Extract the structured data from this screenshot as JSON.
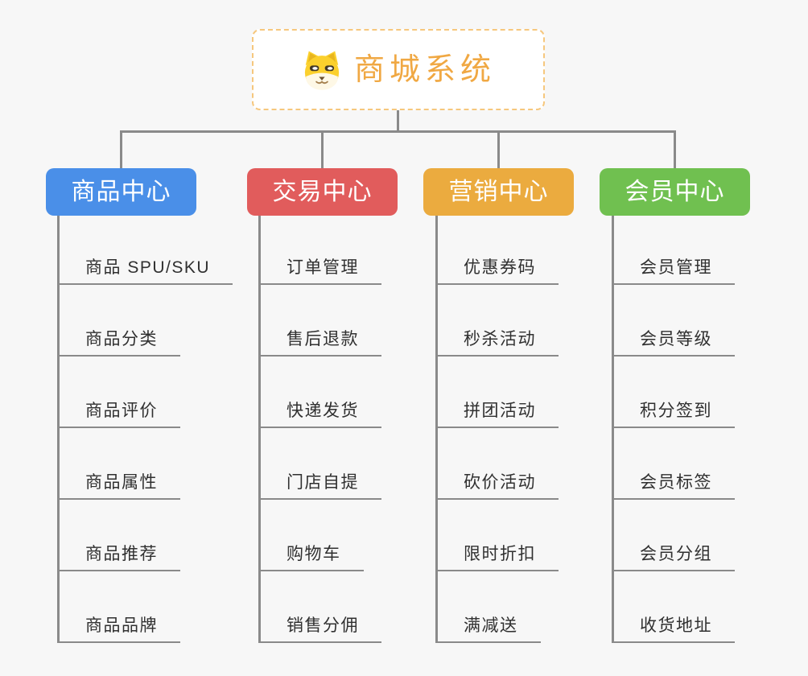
{
  "root": {
    "title": "商城系统",
    "icon": "shiba-dog-icon"
  },
  "branches": [
    {
      "label": "商品中心",
      "color": "#4a8fe8",
      "items": [
        "商品 SPU/SKU",
        "商品分类",
        "商品评价",
        "商品属性",
        "商品推荐",
        "商品品牌"
      ]
    },
    {
      "label": "交易中心",
      "color": "#e15c5c",
      "items": [
        "订单管理",
        "售后退款",
        "快递发货",
        "门店自提",
        "购物车",
        "销售分佣"
      ]
    },
    {
      "label": "营销中心",
      "color": "#ebab3f",
      "items": [
        "优惠券码",
        "秒杀活动",
        "拼团活动",
        "砍价活动",
        "限时折扣",
        "满减送"
      ]
    },
    {
      "label": "会员中心",
      "color": "#70c050",
      "items": [
        "会员管理",
        "会员等级",
        "积分签到",
        "会员标签",
        "会员分组",
        "收货地址"
      ]
    }
  ],
  "colors": {
    "background": "#f7f7f7",
    "connector": "#8a8a8a",
    "leaf_text": "#303030",
    "root_accent": "#f0a843",
    "root_border": "#f6c77d"
  }
}
